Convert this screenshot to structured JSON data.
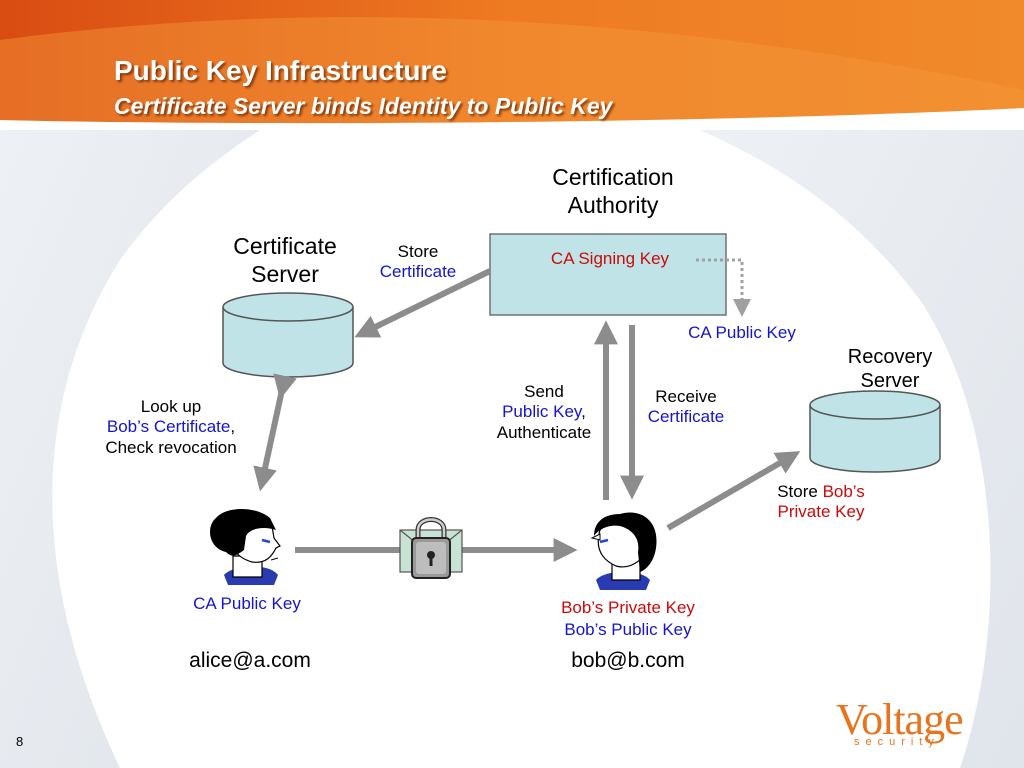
{
  "slide": {
    "title": "Public Key Infrastructure",
    "subtitle": "Certificate Server binds Identity to Public Key",
    "page_number": "8"
  },
  "nodes": {
    "ca": {
      "title_line1": "Certification",
      "title_line2": "Authority",
      "key_label": "CA Signing Key"
    },
    "ca_public_key_label": "CA Public Key",
    "cert_server": {
      "title_line1": "Certificate",
      "title_line2": "Server"
    },
    "recovery_server": {
      "title_line1": "Recovery",
      "title_line2": "Server"
    },
    "alice": {
      "key_label": "CA Public Key",
      "email": "alice@a.com"
    },
    "bob": {
      "private_key_label": "Bob’s Private Key",
      "public_key_label": "Bob’s Public Key",
      "email": "bob@b.com"
    }
  },
  "edges": {
    "store_certificate": {
      "line1": "Store",
      "line2": "Certificate"
    },
    "lookup": {
      "line1": "Look up",
      "line2_blue": "Bob’s Certificate",
      "line2_suffix": ",",
      "line3": "Check revocation"
    },
    "send": {
      "line1": "Send",
      "line2_blue": "Public Key",
      "line2_suffix": ",",
      "line3": "Authenticate"
    },
    "receive": {
      "line1": "Receive",
      "line2": "Certificate"
    },
    "store_private": {
      "prefix": "Store ",
      "line1_red": "Bob’s",
      "line2_red": "Private Key"
    }
  },
  "logo": {
    "wordmark": "Voltage",
    "tagline": "security"
  },
  "colors": {
    "header_orange": "#e8621a",
    "box_fill": "#bfe3e6",
    "arrow_gray": "#8c8c8c",
    "text_blue": "#1414d2",
    "text_red": "#cc0a0a"
  },
  "icons": {
    "alice": "person-profile-icon",
    "bob": "person-profile-icon",
    "envelope": "locked-envelope-icon"
  }
}
